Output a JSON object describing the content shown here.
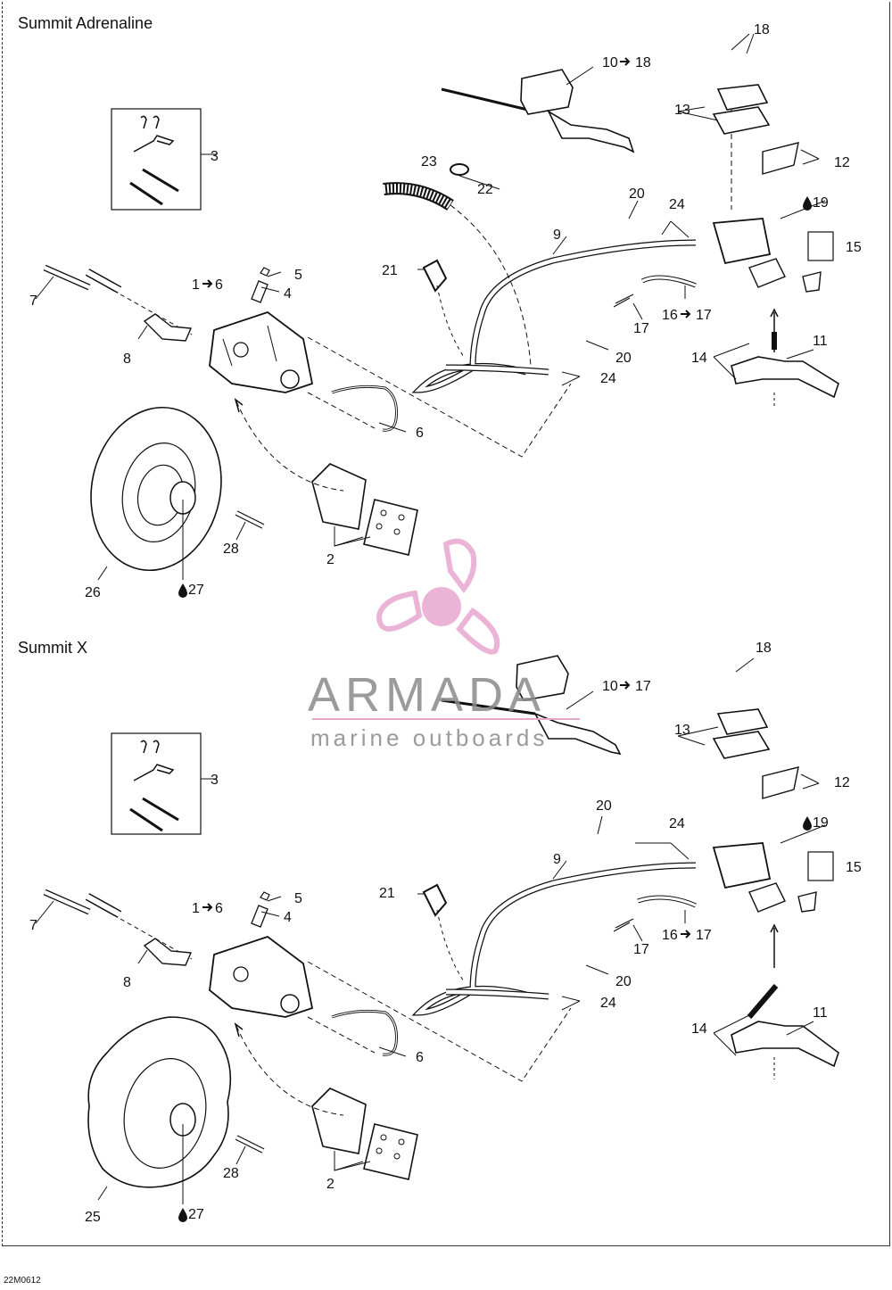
{
  "sections": [
    {
      "title": "Summit Adrenaline",
      "labels": {
        "p1": "1",
        "p1_ref": "6",
        "p2": "2",
        "p3": "3",
        "p4": "4",
        "p5": "5",
        "p6": "6",
        "p7": "7",
        "p8": "8",
        "p9": "9",
        "p10": "10",
        "p10_ref": "18",
        "p11": "11",
        "p12": "12",
        "p13": "13",
        "p14": "14",
        "p15": "15",
        "p16": "16",
        "p16_ref": "17",
        "p17": "17",
        "p18": "18",
        "p19": "19",
        "p20a": "20",
        "p20b": "20",
        "p21": "21",
        "p22": "22",
        "p23": "23",
        "p24a": "24",
        "p24b": "24",
        "p26": "26",
        "p27": "27",
        "p28": "28"
      }
    },
    {
      "title": "Summit X",
      "labels": {
        "p1": "1",
        "p1_ref": "6",
        "p2": "2",
        "p3": "3",
        "p4": "4",
        "p5": "5",
        "p6": "6",
        "p7": "7",
        "p8": "8",
        "p9": "9",
        "p10": "10",
        "p10_ref": "17",
        "p11": "11",
        "p12": "12",
        "p13": "13",
        "p14": "14",
        "p15": "15",
        "p16": "16",
        "p16_ref": "17",
        "p17": "17",
        "p18": "18",
        "p19": "19",
        "p20a": "20",
        "p20b": "20",
        "p21": "21",
        "p24a": "24",
        "p24b": "24",
        "p25": "25",
        "p27": "27",
        "p28": "28"
      }
    }
  ],
  "watermark": {
    "brand": "ARMADA",
    "tagline": "marine outboards",
    "color": "#e8a6cf"
  },
  "footer_code": "22M0612",
  "icons": {
    "arrow": "right-arrow-icon",
    "drop": "oil-drop-icon"
  }
}
